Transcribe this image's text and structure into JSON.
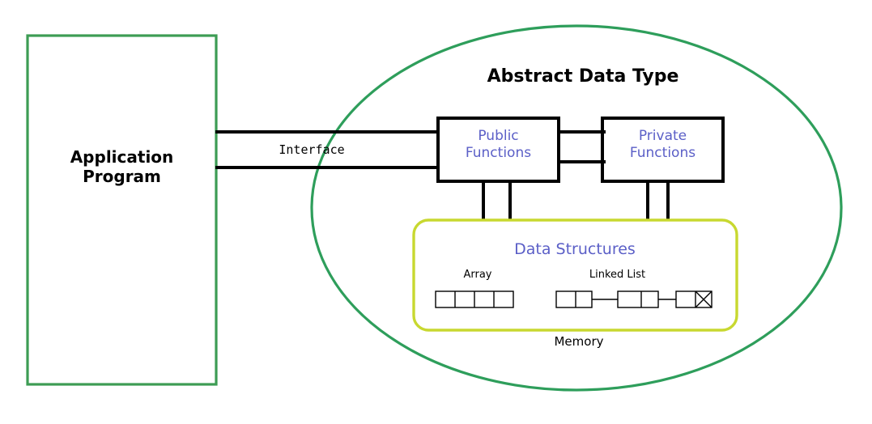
{
  "diagram": {
    "title": "Abstract Data Type",
    "colors": {
      "ellipse_stroke": "#2e9e5b",
      "app_box_stroke": "#3d9c54",
      "data_structures_stroke": "#c8d830",
      "function_text": "#5b5fc7",
      "line_stroke": "#000000",
      "background": "#ffffff"
    },
    "application": {
      "label_line1": "Application",
      "label_line2": "Program"
    },
    "interface": {
      "label": "Interface"
    },
    "adt": {
      "title": "Abstract Data Type",
      "public_functions": {
        "label_line1": "Public",
        "label_line2": "Functions"
      },
      "private_functions": {
        "label_line1": "Private",
        "label_line2": "Functions"
      },
      "data_structures": {
        "title": "Data Structures",
        "array": {
          "label": "Array",
          "cells": 4
        },
        "linked_list": {
          "label": "Linked List",
          "nodes": 3,
          "terminator": "null-pointer-x"
        }
      },
      "memory_label": "Memory"
    }
  }
}
